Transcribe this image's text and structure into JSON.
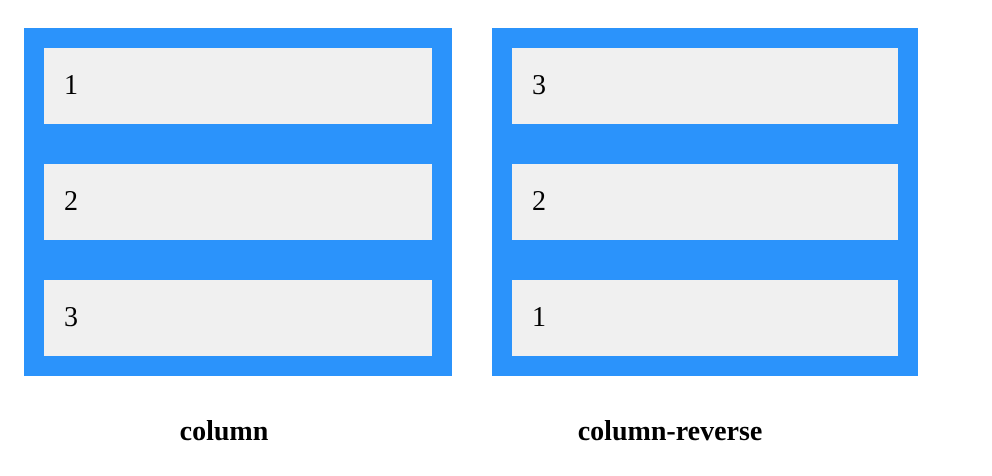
{
  "colors": {
    "container": "#2b93fb",
    "item": "#f0f0f0"
  },
  "panels": [
    {
      "items": [
        "1",
        "2",
        "3"
      ],
      "caption": "column"
    },
    {
      "items": [
        "3",
        "2",
        "1"
      ],
      "caption": "column-reverse"
    }
  ]
}
